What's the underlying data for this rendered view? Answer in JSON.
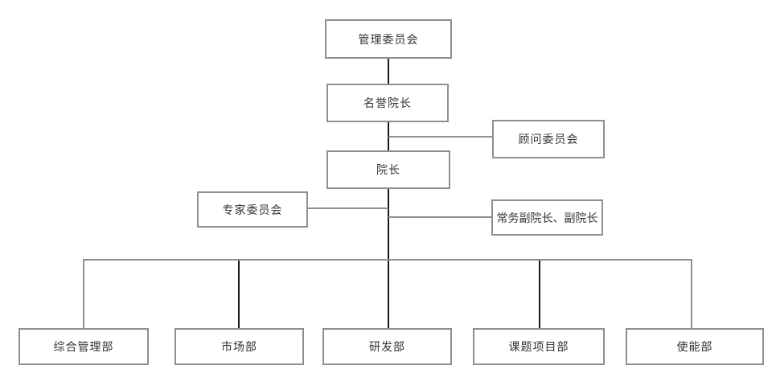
{
  "diagram": {
    "type": "org-chart",
    "nodes": {
      "management_committee": {
        "label": "管理委员会"
      },
      "honorary_dean": {
        "label": "名誉院长"
      },
      "advisory_committee": {
        "label": "顾问委员会"
      },
      "dean": {
        "label": "院长"
      },
      "expert_committee": {
        "label": "专家委员会"
      },
      "vice_deans": {
        "label": "常务副院长、副院长"
      }
    },
    "departments": [
      {
        "label": "综合管理部"
      },
      {
        "label": "市场部"
      },
      {
        "label": "研发部"
      },
      {
        "label": "课题项目部"
      },
      {
        "label": "使能部"
      }
    ],
    "edges": [
      {
        "from": "management_committee",
        "to": "honorary_dean"
      },
      {
        "from": "honorary_dean",
        "to": "dean"
      },
      {
        "from": "dean_trunk",
        "to": "advisory_committee",
        "attach": "side-right"
      },
      {
        "from": "dean_trunk",
        "to": "expert_committee",
        "attach": "side-left"
      },
      {
        "from": "dean_trunk",
        "to": "vice_deans",
        "attach": "side-right"
      },
      {
        "from": "dean",
        "to": "综合管理部"
      },
      {
        "from": "dean",
        "to": "市场部"
      },
      {
        "from": "dean",
        "to": "研发部"
      },
      {
        "from": "dean",
        "to": "课题项目部"
      },
      {
        "from": "dean",
        "to": "使能部"
      }
    ],
    "colors": {
      "background": "#ffffff",
      "box_border": "#8f8f8f",
      "line_gray": "#8f8f8f",
      "line_dark": "#1a1a1a",
      "text": "#333333"
    }
  }
}
